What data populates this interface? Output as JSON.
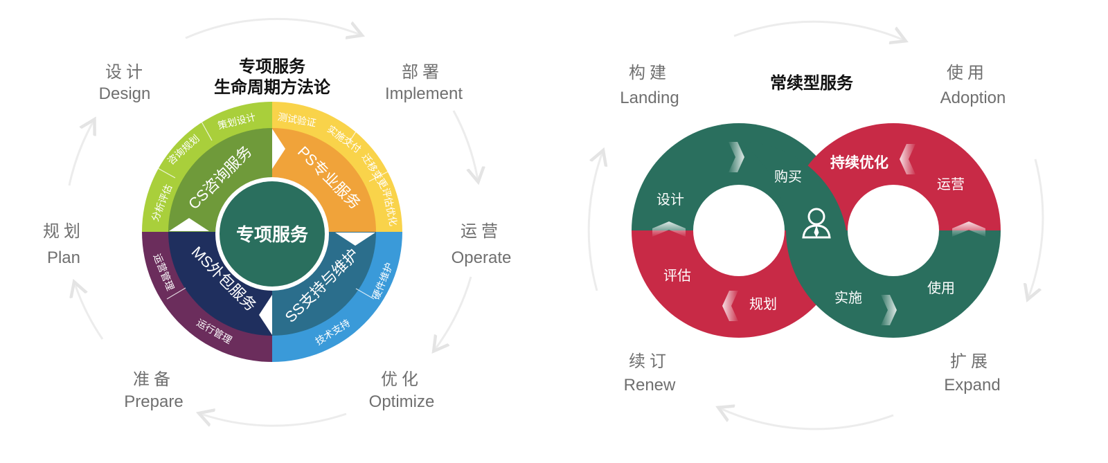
{
  "left_diagram": {
    "title_line1": "专项服务",
    "title_line2": "生命周期方法论",
    "phases": {
      "design": {
        "cn": "设计",
        "en": "Design"
      },
      "implement": {
        "cn": "部署",
        "en": "Implement"
      },
      "operate": {
        "cn": "运营",
        "en": "Operate"
      },
      "optimize": {
        "cn": "优化",
        "en": "Optimize"
      },
      "prepare": {
        "cn": "准备",
        "en": "Prepare"
      },
      "plan": {
        "cn": "规划",
        "en": "Plan"
      }
    },
    "core": "专项服务",
    "quadrants": {
      "cs": {
        "label": "CS咨询服务",
        "items": [
          "分析评估",
          "咨询规划",
          "策划设计"
        ],
        "outer_color": "#a9cf3b",
        "inner_color": "#6f9a3a"
      },
      "ps": {
        "label": "PS专业服务",
        "items": [
          "测试验证",
          "实施交付",
          "迁移变更",
          "评估优化"
        ],
        "outer_color": "#f9d34a",
        "inner_color": "#f0a33a"
      },
      "ss": {
        "label": "SS支持与维护",
        "items": [
          "硬件维护",
          "技术支持"
        ],
        "outer_color": "#3a9ad9",
        "inner_color": "#2b6e8c"
      },
      "ms": {
        "label": "MS外包服务",
        "items": [
          "运营管理",
          "运行管理"
        ],
        "outer_color": "#6b2d5c",
        "inner_color": "#1f2f5e"
      }
    },
    "core_color": "#2a6f5e"
  },
  "right_diagram": {
    "title": "常续型服务",
    "phases": {
      "landing": {
        "cn": "构建",
        "en": "Landing"
      },
      "adoption": {
        "cn": "使用",
        "en": "Adoption"
      },
      "renew": {
        "cn": "续订",
        "en": "Renew"
      },
      "expand": {
        "cn": "扩展",
        "en": "Expand"
      }
    },
    "left_loop": {
      "design": "设计",
      "buy": "购买",
      "assess": "评估",
      "plan": "规划"
    },
    "right_loop": {
      "improve": "持续优化",
      "operate": "运营",
      "implement": "实施",
      "use": "使用"
    },
    "person_icon": "person-icon",
    "green": "#2a6f5e",
    "red": "#c82a46"
  }
}
